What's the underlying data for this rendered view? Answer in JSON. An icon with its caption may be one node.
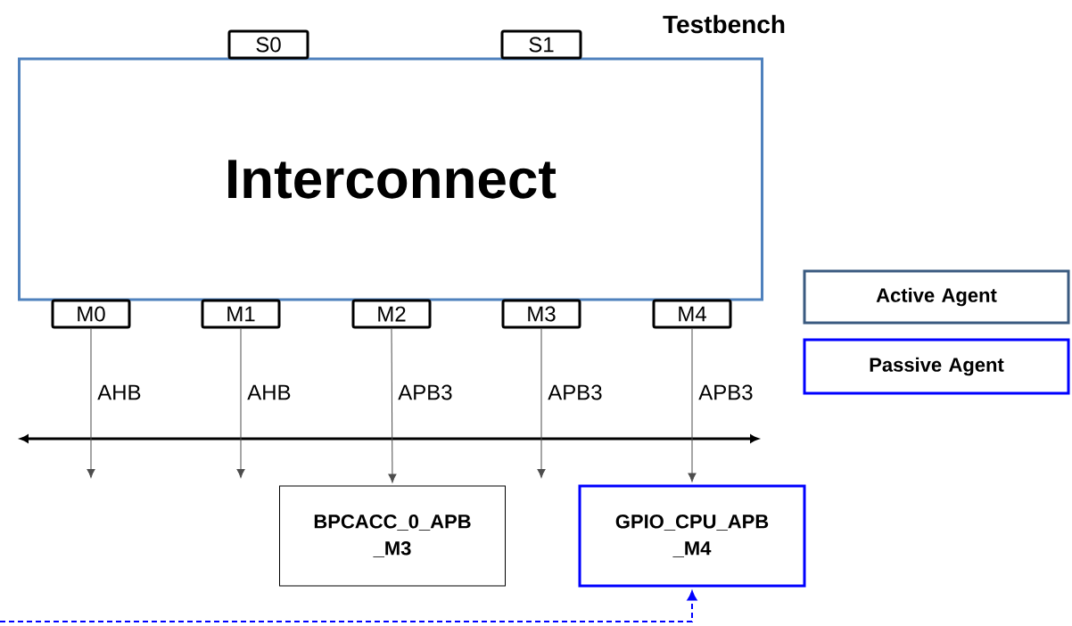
{
  "diagram": {
    "nodes": [
      {
        "text": [
          "Interconnect"
        ]
      },
      {
        "text": [
          "S0"
        ]
      },
      {
        "text": [
          "S1"
        ]
      },
      {
        "text": [
          "M0"
        ]
      },
      {
        "text": [
          "M1"
        ]
      },
      {
        "text": [
          "M2"
        ]
      },
      {
        "text": [
          "M3"
        ]
      },
      {
        "text": [
          "M4"
        ]
      },
      {
        "text": [
          "BPCACC_0_APB _M3"
        ]
      },
      {
        "text": [
          "GPIO_CPU_APB _M4"
        ]
      },
      {
        "text": [
          "Active Agent"
        ]
      },
      {
        "text": [
          "Passive Agent"
        ]
      }
    ],
    "edges": [
      {
        "from": 3,
        "to": null,
        "arrow": "to",
        "label": "AHB"
      },
      {
        "from": 4,
        "to": null,
        "arrow": "to",
        "label": "AHB"
      },
      {
        "from": 5,
        "to": 8,
        "arrow": "to",
        "label": "APB3"
      },
      {
        "from": 6,
        "to": null,
        "arrow": "to",
        "label": "APB3"
      },
      {
        "from": 7,
        "to": 9,
        "arrow": "to",
        "label": "APB3"
      },
      {
        "from": null,
        "to": 9,
        "arrow": "to",
        "style": "dashed",
        "color": "#0000ff"
      }
    ],
    "labels": [
      "Testbench"
    ]
  }
}
